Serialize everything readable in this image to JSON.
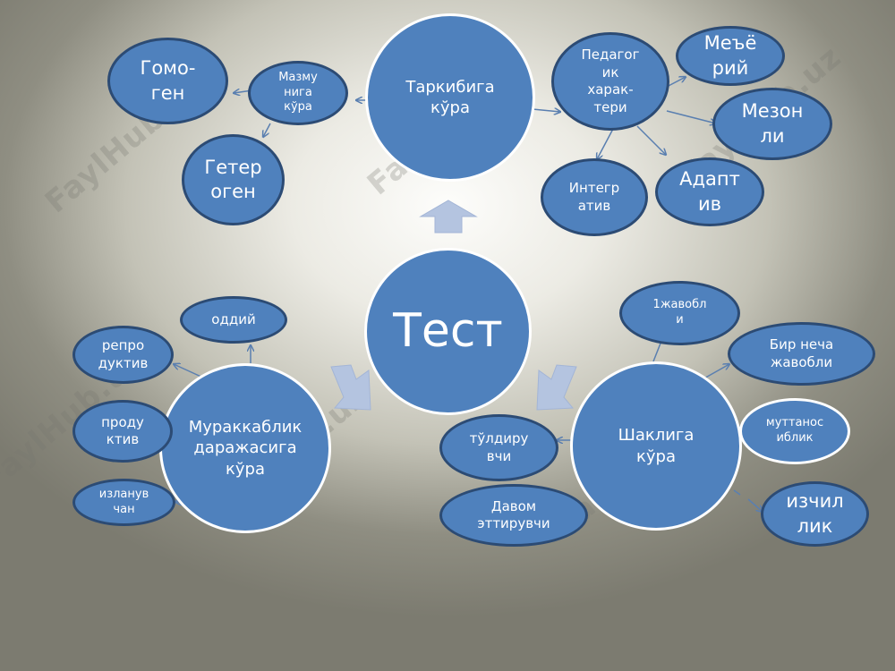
{
  "watermark": "FaylHub.uz",
  "colors": {
    "node_fill": "#4f81bd",
    "node_border": "#2c4b74",
    "arrow": "#5a7fb0",
    "block_arrow": "#b4c4e0"
  },
  "nodes": {
    "center": "Тест",
    "composition": "Таркибига\nкўра",
    "content": "Мазму\nнига\nкўра",
    "homogeneous": "Гомо-\nген",
    "heterogeneous": "Гетер\nоген",
    "pedagogical": "Педагог\nик\nхарак-\nтери",
    "normative": "Меъё\nрий",
    "mesonic": "Мезон\nли",
    "adaptive": "Адапт\nив",
    "integrative": "Интегр\nатив",
    "complexity": "Мураккаблик\nдаражасига\nкўра",
    "simple": "оддий",
    "reproductive": "репро\nдуктив",
    "productive": "проду\nктив",
    "research": "изланув\nчан",
    "form": "Шаклига\nкўра",
    "one_answer": "1жавобл\nи",
    "multi_answer": "Бир неча\nжавобли",
    "matching": "муттанос\nиблик",
    "fill_in": "тўлдиру\nвчи",
    "continuation": "Давом\nэттирувчи",
    "sequence": "изчил\nлик"
  }
}
